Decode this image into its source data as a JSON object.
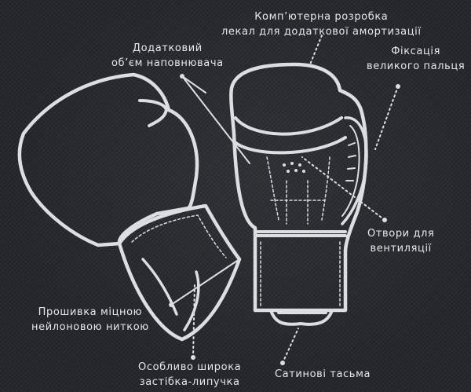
{
  "labels": {
    "computer_design": {
      "line1": "Комп’ютерна розробка",
      "line2": "лекал для додаткової амортизації"
    },
    "extra_volume": {
      "line1": "Додатковий",
      "line2": "об’єм наповнювача"
    },
    "thumb_fixation": {
      "line1": "Фіксація",
      "line2": "великого пальця"
    },
    "ventilation_holes": {
      "line1": "Отвори для",
      "line2": "вентиляції"
    },
    "nylon_stitching": {
      "line1": "Прошивка міцною",
      "line2": "нейлоновою ниткою"
    },
    "wide_velcro": {
      "line1": "Особливо широка",
      "line2": "застібка-липучка"
    },
    "satin_tape": {
      "line1": "Сатинові тасьма",
      "line2": ""
    }
  },
  "colors": {
    "background": "#25282c",
    "line": "#dcdfe2",
    "text": "#e6e8ea"
  }
}
